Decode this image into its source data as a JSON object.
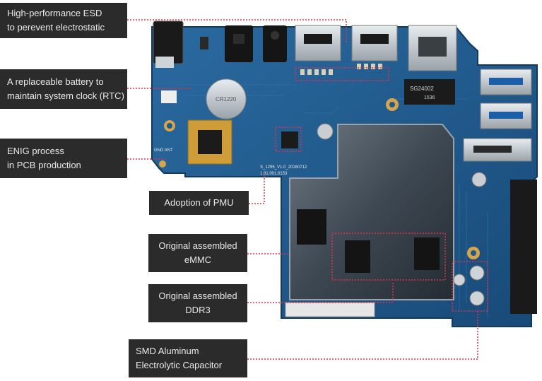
{
  "callouts": {
    "esd": "High-performance ESD\nto perevent electrostatic",
    "battery": "A replaceable battery to\nmaintain system clock (RTC)",
    "enig": "ENIG process\nin PCB production",
    "pmu": "Adoption of PMU",
    "emmc": "Original assembled\neMMC",
    "ddr3": "Original assembled\nDDR3",
    "capacitor": "SMD Aluminum\nElectrolytic Capacitor"
  },
  "board_text": {
    "battery_label": "CR1220",
    "lan_chip": "SG24002",
    "lan_chip_code": "1536",
    "board_version": "S_1295_V1.0_20160712",
    "board_id": "1.91.001.0153",
    "antenna_labels": "GND ANT"
  },
  "colors": {
    "pcb": "#1e5a8c",
    "callout_bg": "#2b2b2b",
    "leader": "#e0314b"
  }
}
